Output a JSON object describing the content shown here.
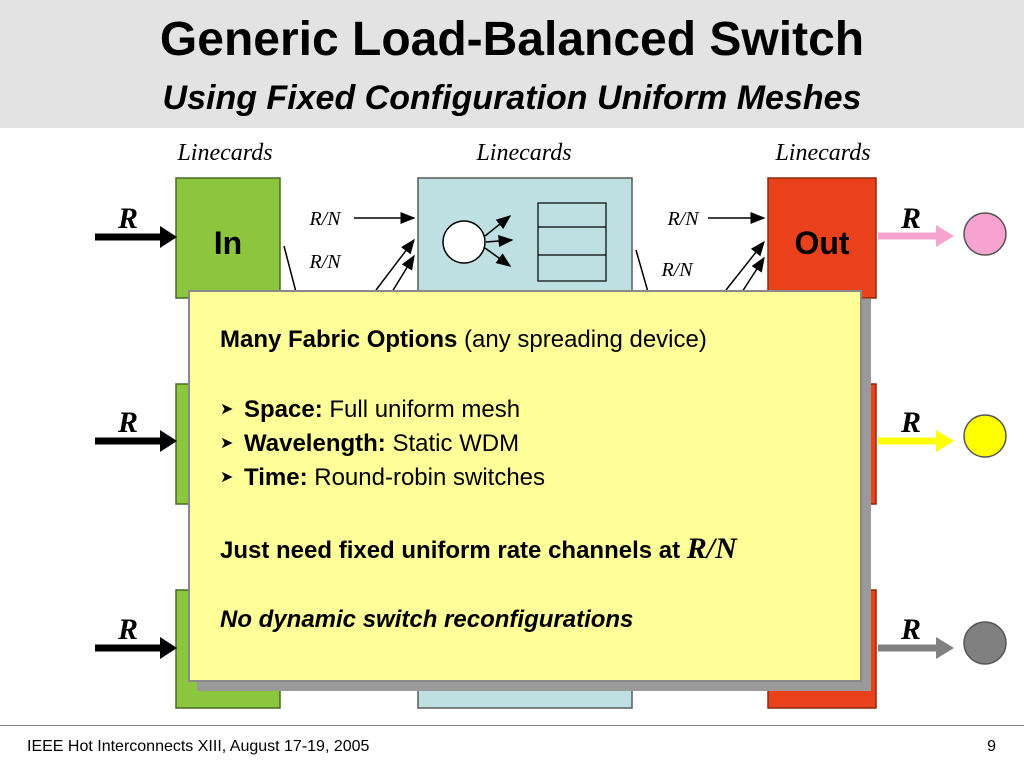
{
  "header": {
    "title": "Generic Load-Balanced Switch",
    "subtitle": "Using Fixed Configuration Uniform Meshes"
  },
  "diagram": {
    "column_labels": [
      "Linecards",
      "Linecards",
      "Linecards"
    ],
    "input_label": "In",
    "output_label": "Out",
    "line_rate_label": "R",
    "channel_rate_label": "R/N",
    "colors": {
      "input_card": "#8cc63f",
      "output_card": "#e8411b",
      "fabric": "#bfe0e3",
      "outputs": [
        "#f7a3cf",
        "#ffff00",
        "#808080"
      ]
    }
  },
  "callout": {
    "heading_bold": "Many Fabric Options",
    "heading_rest": " (any spreading device)",
    "bullets": [
      {
        "term": "Space:",
        "desc": " Full uniform mesh"
      },
      {
        "term": "Wavelength:",
        "desc": " Static WDM"
      },
      {
        "term": "Time:",
        "desc": " Round-robin switches"
      }
    ],
    "need_text": "Just need fixed uniform rate channels at ",
    "need_rate": "R/N",
    "no_dynamic": "No dynamic switch reconfigurations",
    "bullet_icon": "arrowhead-bullet-icon"
  },
  "footer": {
    "left": "IEEE Hot Interconnects XIII, August 17-19, 2005",
    "page": "9"
  }
}
